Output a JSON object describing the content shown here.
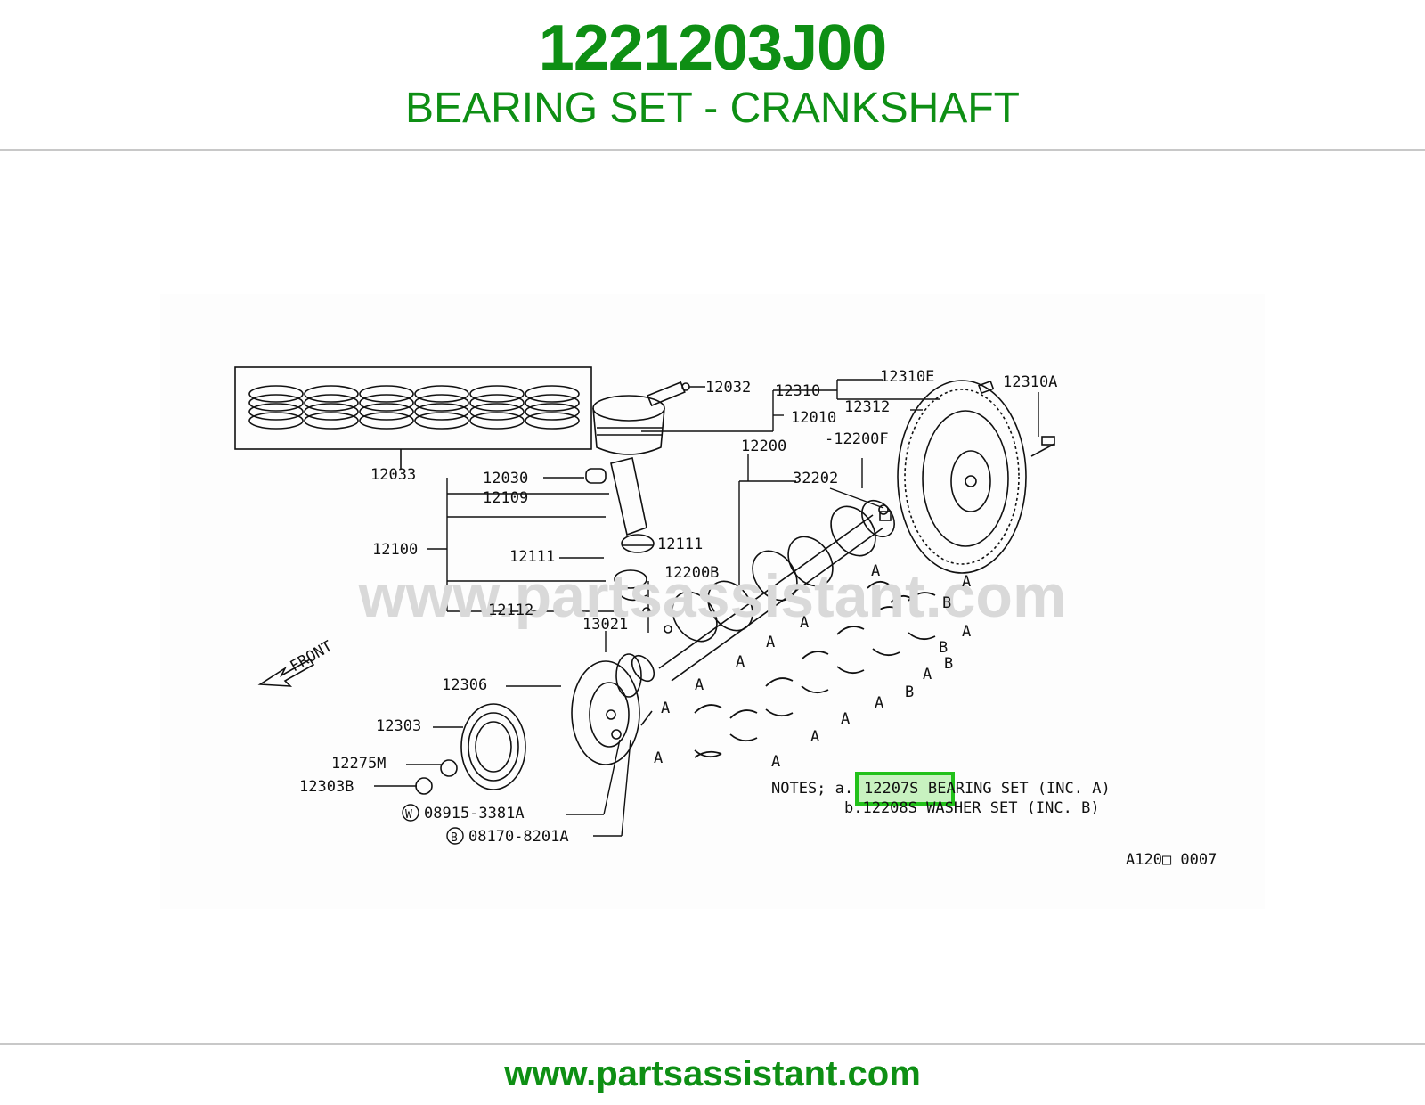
{
  "header": {
    "part_number": "1221203J00",
    "part_title": "BEARING SET - CRANKSHAFT"
  },
  "footer": {
    "url": "www.partsassistant.com"
  },
  "colors": {
    "brand_green": "#0e8f14",
    "highlight_green": "#22c11a",
    "rule_gray": "#c8c8c8"
  },
  "diagram": {
    "watermark": "www.partsassistant.com",
    "callouts": {
      "c12033": "12033",
      "c12032": "12032",
      "c12310": "12310",
      "c12010": "12010",
      "c12310E": "12310E",
      "c12310A": "12310A",
      "c12312": "12312",
      "c12200": "12200",
      "c12200F": "-12200F",
      "c32202": "32202",
      "c12030": "12030",
      "c12109": "12109",
      "c12100": "12100",
      "c12111a": "12111",
      "c12111b": "12111",
      "c12200B": "12200B",
      "c12112": "12112",
      "c13021": "13021",
      "c12306": "12306",
      "c12303": "12303",
      "c12275M": "12275M",
      "c12303B": "12303B",
      "c08915": "08915-3381A",
      "c08170": "08170-8201A",
      "w_symbol": "W",
      "b_symbol": "B",
      "front": "FRONT",
      "figure_code": "A120□ 0007"
    },
    "markers": {
      "a": "A",
      "b": "B"
    },
    "notes": {
      "prefix": "NOTES; a.",
      "line1_highlight": "12207S",
      "line1_rest": " BEARING SET (INC. A)",
      "line2": "b.12208S WASHER SET (INC. B)"
    }
  }
}
